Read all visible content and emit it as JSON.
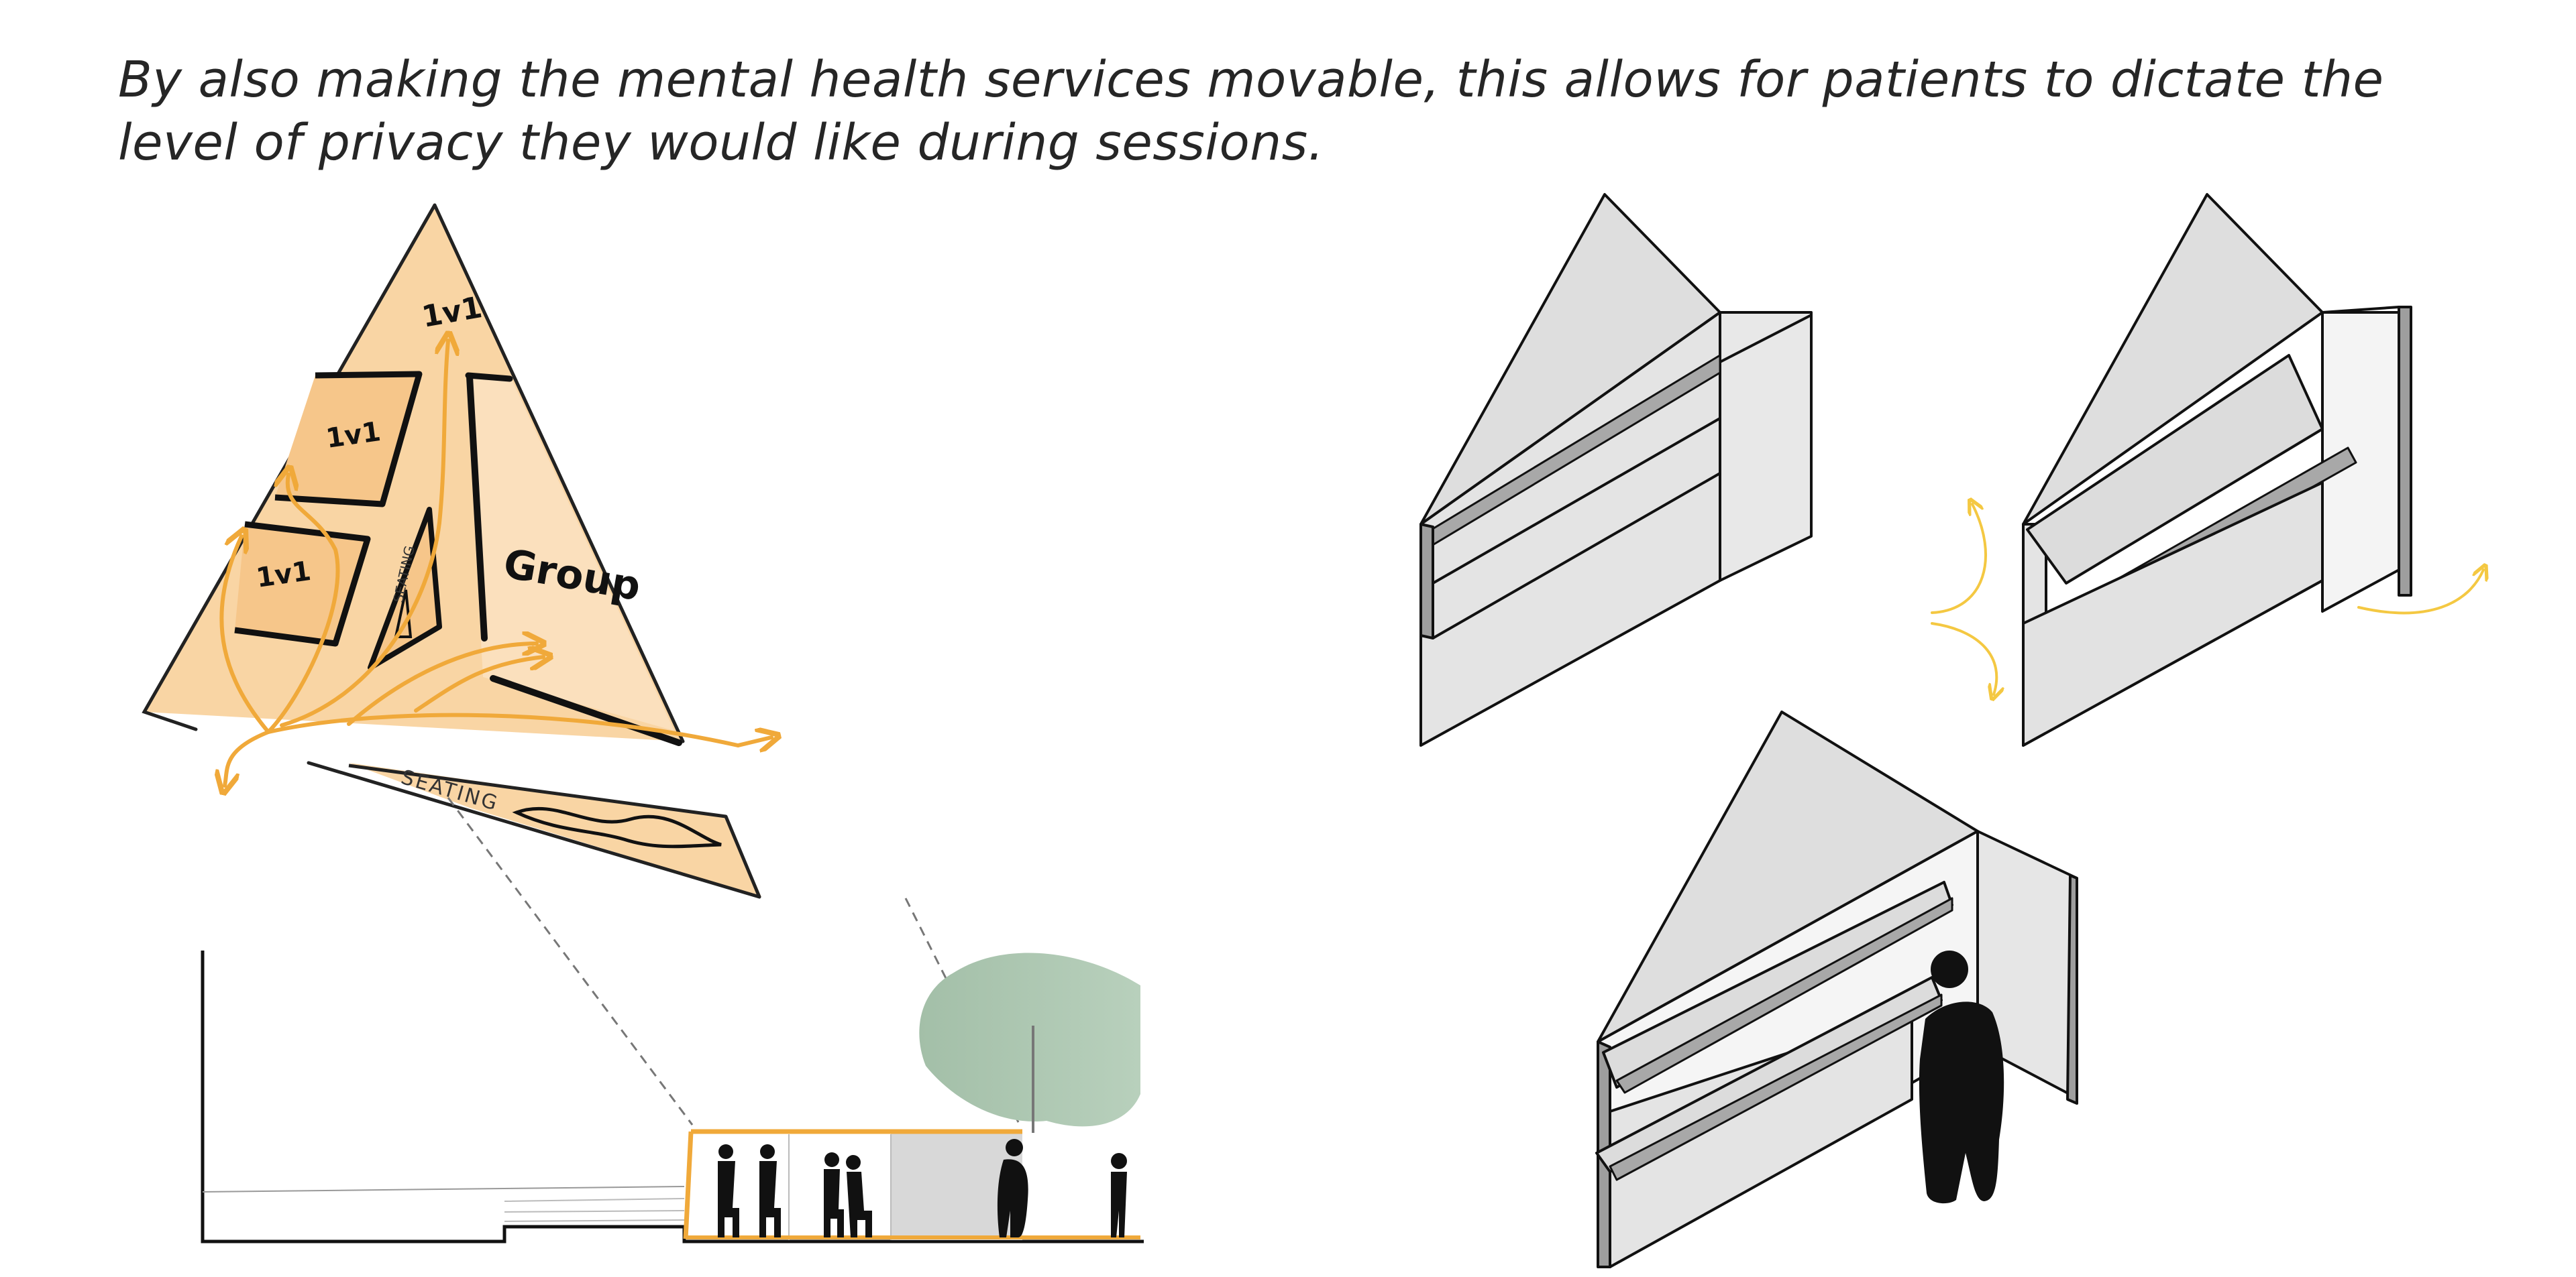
{
  "caption": {
    "line1": "By also making the mental health services movable, this allows for patients to dictate the",
    "line2": "level of privacy they would like during sessions."
  },
  "plan_sketch": {
    "room_labels": [
      "1v1",
      "1v1",
      "1v1"
    ],
    "group_label": "Group",
    "seating_label_inner": "SEATING",
    "seating_label_outer": "SEATING"
  },
  "colors": {
    "sketch_fill": "#f7cc93",
    "sketch_fill_light": "#fbe2c2",
    "flow_arrow": "#f0a93a",
    "tree": "#a7c2ad",
    "iso_fill": "#dcdcdc",
    "iso_edge": "#9e9e9e",
    "motion_arrow": "#f4c842",
    "ink": "#111111"
  }
}
